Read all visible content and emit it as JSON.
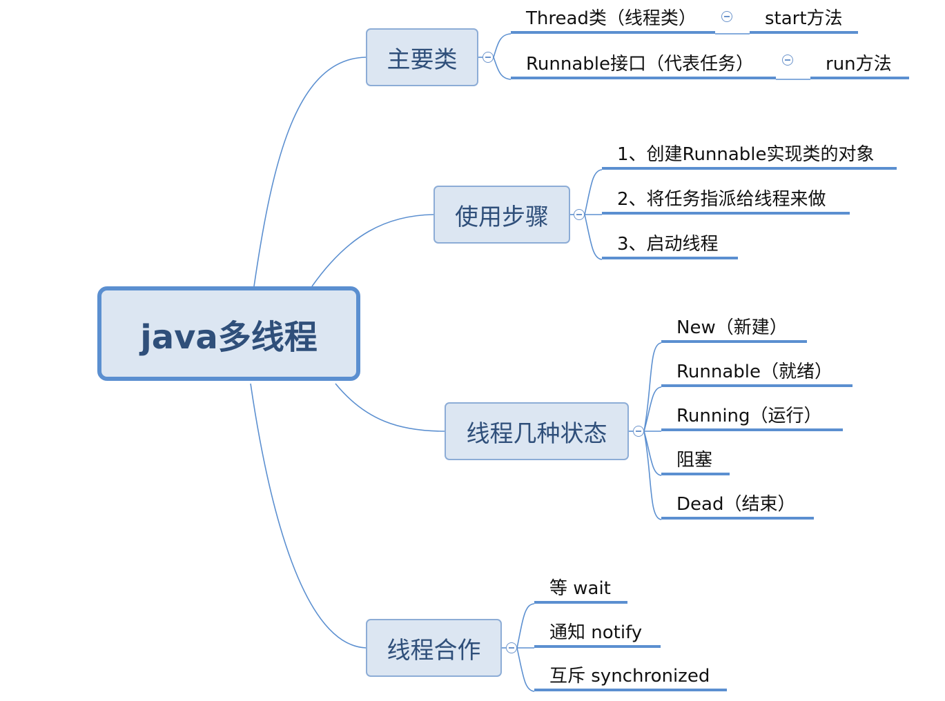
{
  "root": {
    "label": "java多线程"
  },
  "branches": {
    "main_classes": {
      "label": "主要类",
      "items": [
        {
          "label": "Thread类（线程类）",
          "child": "start方法"
        },
        {
          "label": "Runnable接口（代表任务）",
          "child": "run方法"
        }
      ]
    },
    "usage_steps": {
      "label": "使用步骤",
      "items": [
        "1、创建Runnable实现类的对象",
        "2、将任务指派给线程来做",
        "3、启动线程"
      ]
    },
    "thread_states": {
      "label": "线程几种状态",
      "items": [
        "New（新建）",
        "Runnable（就绪）",
        "Running（运行）",
        "阻塞",
        "Dead（结束）"
      ]
    },
    "thread_cooperation": {
      "label": "线程合作",
      "items": [
        "等 wait",
        "通知 notify",
        "互斥 synchronized"
      ]
    }
  },
  "colors": {
    "connector": "#5b8fd0",
    "node_fill": "#dce6f2",
    "node_text": "#2f4f7a"
  }
}
